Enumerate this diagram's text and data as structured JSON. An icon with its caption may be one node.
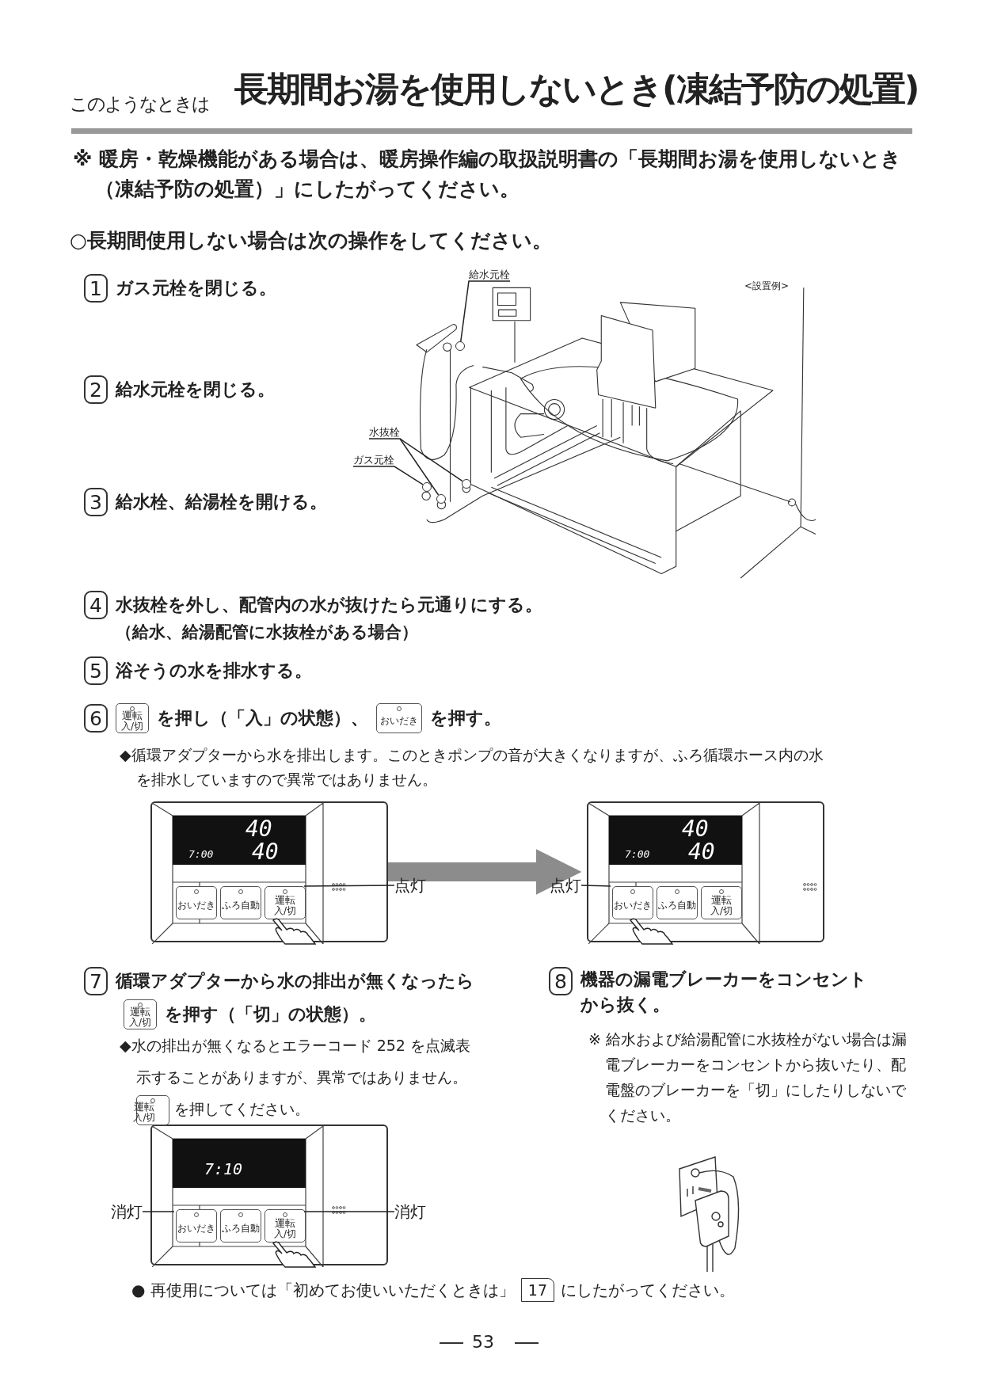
{
  "diagram": {
    "title": "長期間お湯を使用しないとき(凍結予防の処置)",
    "nodes": [
      {
        "text": [
          "1"
        ],
        "beside": [
          "ガス元栓を閉じる。"
        ]
      },
      {
        "text": [
          "2"
        ],
        "beside": [
          "給水元栓を閉じる。"
        ]
      },
      {
        "text": [
          "3"
        ],
        "beside": [
          "給水栓、給湯栓を開ける。"
        ]
      },
      {
        "text": [
          "4"
        ],
        "beside": [
          "水抜栓を外し、配管内の水が抜けたら元通りにする。"
        ]
      },
      {
        "text": [
          "5"
        ],
        "beside": [
          "浴そうの水を排水する。"
        ]
      },
      {
        "text": [
          "6"
        ]
      },
      {
        "text": [
          "運転",
          "入/切"
        ]
      },
      {
        "text": [
          "おいだき"
        ]
      },
      {
        "text": [
          "7"
        ],
        "beside": [
          "循環アダプターから水の排出が無くなったら"
        ]
      },
      {
        "text": [
          "運転",
          "入/切"
        ]
      },
      {
        "text": [
          "運転",
          "入/切"
        ]
      },
      {
        "text": [
          "8"
        ],
        "beside": [
          "機器の漏電ブレーカーをコンセントから抜く。"
        ]
      },
      {
        "text": [
          "17"
        ]
      },
      {
        "text": [
          "給水元栓"
        ]
      },
      {
        "text": [
          "水抜栓"
        ]
      },
      {
        "text": [
          "ガス元栓"
        ]
      },
      {
        "text": [
          "40",
          "7:00",
          "40"
        ]
      },
      {
        "text": [
          "おいだき"
        ],
        "in": 16
      },
      {
        "text": [
          "ふろ自動"
        ],
        "in": 16
      },
      {
        "text": [
          "運転",
          "入/切"
        ],
        "in": 16
      },
      {
        "text": [
          "点灯"
        ]
      },
      {
        "text": [
          "40",
          "7:00",
          "40"
        ]
      },
      {
        "text": [
          "おいだき"
        ],
        "in": 21
      },
      {
        "text": [
          "ふろ自動"
        ],
        "in": 21
      },
      {
        "text": [
          "運転",
          "入/切"
        ],
        "in": 21
      },
      {
        "text": [
          "点灯"
        ]
      },
      {
        "text": [
          "7:10"
        ]
      },
      {
        "text": [
          "おいだき"
        ],
        "in": 26
      },
      {
        "text": [
          "ふろ自動"
        ],
        "in": 26
      },
      {
        "text": [
          "運転",
          "入/切"
        ],
        "in": 26
      },
      {
        "text": [
          "消灯"
        ]
      },
      {
        "text": [
          "消灯"
        ]
      },
      {
        "text": [],
        "shape": "circle"
      },
      {
        "text": [],
        "shape": "circle"
      },
      {
        "text": [],
        "shape": "circle"
      },
      {
        "text": [],
        "shape": "circle"
      }
    ],
    "edges": [
      {
        "from": 13,
        "to": 32,
        "arrow": "none"
      },
      {
        "from": 14,
        "to": 33,
        "arrow": "none"
      },
      {
        "from": 14,
        "to": 34,
        "arrow": "none"
      },
      {
        "from": 15,
        "to": 35,
        "arrow": "none"
      },
      {
        "from": 16,
        "to": 21,
        "arrow": "to",
        "style": "thick",
        "color": "#8c8c8c"
      },
      {
        "from": 20,
        "to": 19,
        "arrow": "none"
      },
      {
        "from": 25,
        "to": 22,
        "arrow": "none"
      },
      {
        "from": 30,
        "to": 27,
        "arrow": "none"
      },
      {
        "from": 31,
        "to": 29,
        "arrow": "none"
      }
    ],
    "labels": [
      "このようなときは",
      "※ 暖房・乾燥機能がある場合は、暖房操作編の取扱説明書の「長期間お湯を使用しないとき（凍結予防の処置）」にしたがってください。",
      "○長期間使用しない場合は次の操作をしてください。",
      "<設置例>",
      "（給水、給湯配管に水抜栓がある場合）",
      "を押し（「入」の状態）、",
      "を押す。",
      "◆循環アダプターから水を排出します。このときポンプの音が大きくなりますが、ふろ循環ホース内の水を排水していますので異常ではありません。",
      "を押す（「切」の状態）。",
      "◆水の排出が無くなるとエラーコード 252 を点滅表示することがありますが、異常ではありません。",
      "を押してください。",
      "※ 給水および給湯配管に水抜栓がない場合は漏電ブレーカーをコンセントから抜いたり、配電盤のブレーカーを「切」にしたりしないでください。",
      "● 再使用については「初めてお使いいただくときは」",
      "にしたがってください。",
      "53"
    ]
  }
}
